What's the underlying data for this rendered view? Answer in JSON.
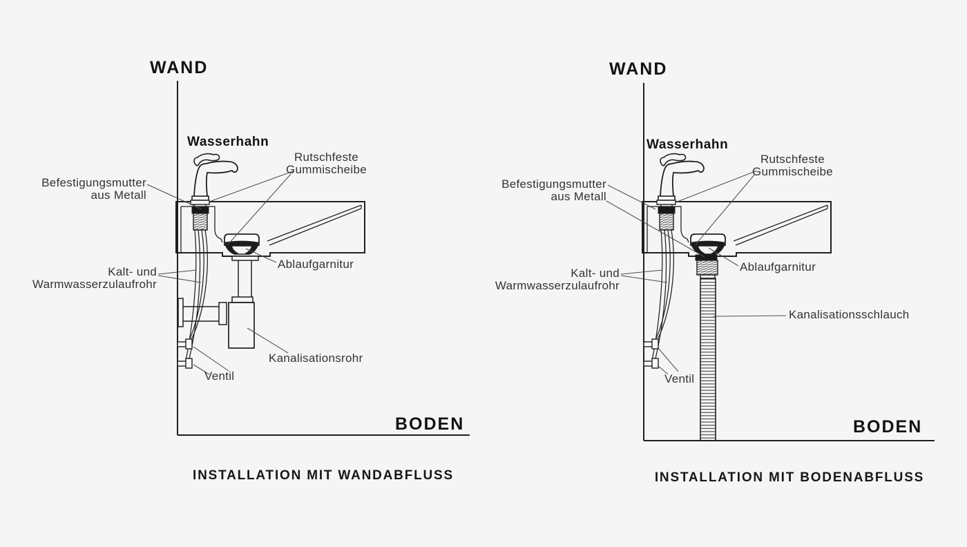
{
  "page": {
    "background": "#f5f5f6",
    "line_color": "#1f1f1f",
    "leader_color": "#4d4d4d",
    "text_primary": "#121212",
    "text_secondary": "#333336"
  },
  "left_diagram": {
    "wall_label": "WAND",
    "floor_label": "BODEN",
    "caption": "INSTALLATION MIT WANDABFLUSS",
    "faucet_label": "Wasserhahn",
    "washer_label_line1": "Rutschfeste",
    "washer_label_line2": "Gummischeibe",
    "nut_label_line1": "Befestigungsmutter",
    "nut_label_line2": "aus Metall",
    "supply_label_line1": "Kalt- und",
    "supply_label_line2": "Warmwasserzulaufrohr",
    "drain_label": "Ablaufgarnitur",
    "waste_label": "Kanalisationsrohr",
    "valve_label": "Ventil"
  },
  "right_diagram": {
    "wall_label": "WAND",
    "floor_label": "BODEN",
    "caption": "INSTALLATION MIT BODENABFLUSS",
    "faucet_label": "Wasserhahn",
    "washer_label_line1": "Rutschfeste",
    "washer_label_line2": "Gummischeibe",
    "nut_label_line1": "Befestigungsmutter",
    "nut_label_line2": "aus Metall",
    "supply_label_line1": "Kalt- und",
    "supply_label_line2": "Warmwasserzulaufrohr",
    "drain_label": "Ablaufgarnitur",
    "waste_label": "Kanalisationsschlauch",
    "valve_label": "Ventil"
  }
}
